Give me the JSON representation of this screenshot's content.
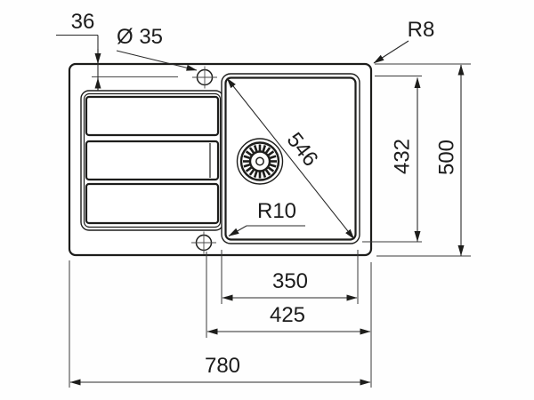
{
  "diagram": {
    "kind": "sink-dimension-drawing",
    "line_color": "#1d1d1b",
    "background_color": "#ffffff",
    "dimensions": {
      "overall_width": "780",
      "overall_depth": "500",
      "bowl_width": "350",
      "bowl_length": "432",
      "bowl_diagonal": "546",
      "tap_hole_offset": "425",
      "tap_hole_edge_distance": "36",
      "tap_hole_diameter": "Ø 35",
      "outer_corner_radius": "R8",
      "bowl_corner_radius": "R10"
    }
  }
}
